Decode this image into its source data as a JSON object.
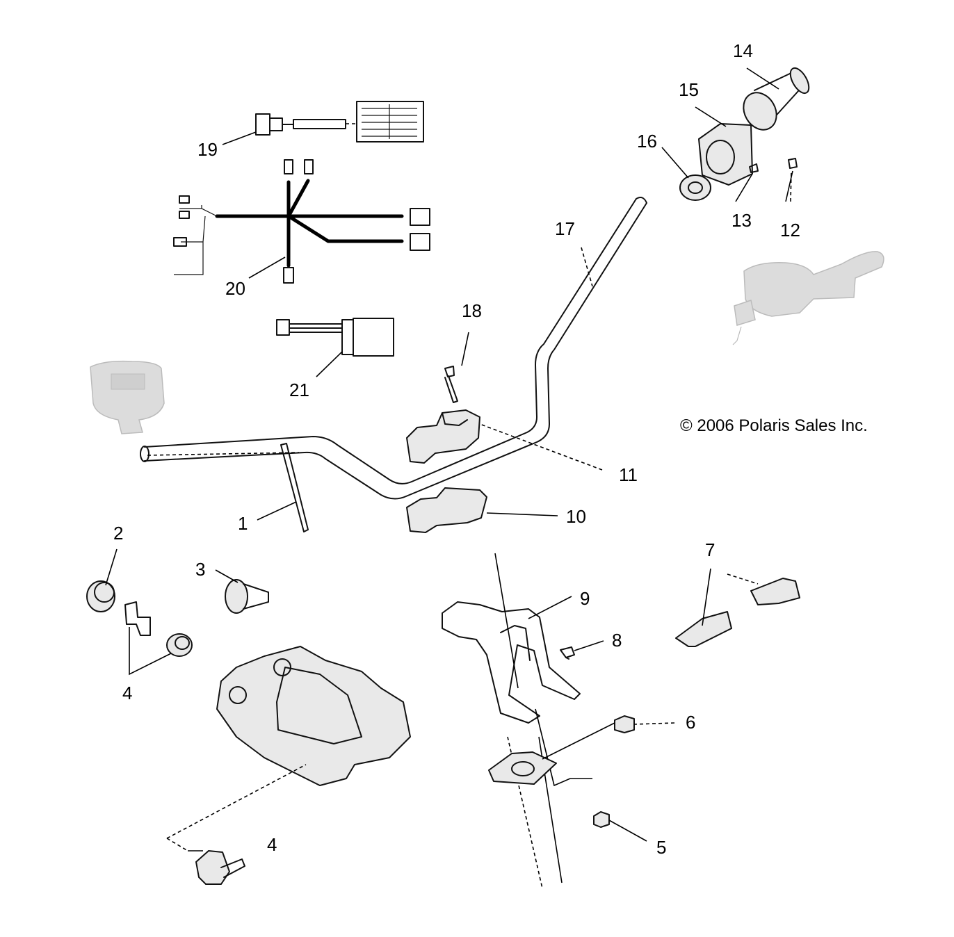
{
  "copyright": "© 2006 Polaris Sales Inc.",
  "callouts": {
    "c1": "1",
    "c2": "2",
    "c3": "3",
    "c4a": "4",
    "c4b": "4",
    "c5": "5",
    "c6": "6",
    "c7": "7",
    "c8": "8",
    "c9": "9",
    "c10": "10",
    "c11": "11",
    "c12": "12",
    "c13": "13",
    "c14": "14",
    "c15": "15",
    "c16": "16",
    "c17": "17",
    "c18": "18",
    "c19": "19",
    "c20": "20",
    "c21": "21"
  }
}
